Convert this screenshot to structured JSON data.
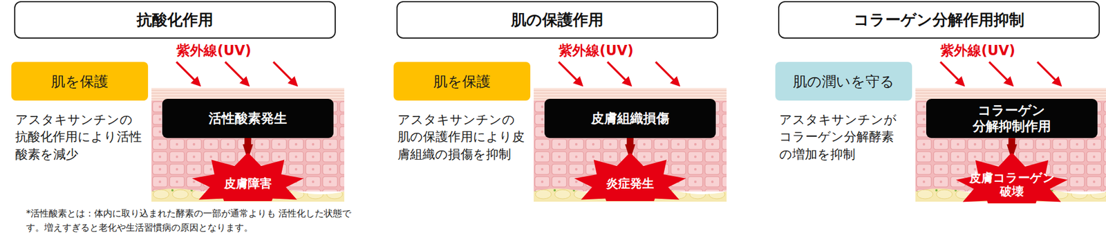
{
  "diagram": {
    "nodes": [
      {
        "text": [
          "抗酸化作用"
        ]
      },
      {
        "text": [
          "肌を保護"
        ]
      },
      {
        "text": [
          "活性酸素発生"
        ]
      },
      {
        "text": [
          "皮膚障害"
        ]
      },
      {
        "text": [
          "肌の保護作用"
        ]
      },
      {
        "text": [
          "肌を保護"
        ]
      },
      {
        "text": [
          "皮膚組織損傷"
        ]
      },
      {
        "text": [
          "炎症発生"
        ]
      },
      {
        "text": [
          "コラーゲン分解作用抑制"
        ]
      },
      {
        "text": [
          "肌の潤いを守る"
        ]
      },
      {
        "text": [
          "コラーゲン 分解抑制作用"
        ]
      },
      {
        "text": [
          "皮膚コラーゲン 破壊"
        ]
      }
    ],
    "edges": [
      {
        "from": 2,
        "to": 3,
        "arrow": "to"
      },
      {
        "from": 6,
        "to": 7,
        "arrow": "to"
      },
      {
        "from": 10,
        "to": 11,
        "arrow": "to"
      }
    ],
    "labels": [
      "紫外線(UV)",
      "アスタキサンチンの抗酸化作用により活性酸素を減少",
      "紫外線(UV)",
      "アスタキサンチンの肌の保護作用により皮膚組織の損傷を抑制",
      "紫外線(UV)",
      "アスタキサンチンがコラーゲン分解酵素の増加を抑制",
      "*活性酸素とは：体内に取り込まれた酵素の一部が通常よりも 活性化した状態です。増えすぎると老化や生活習慣病の原因となります。"
    ]
  }
}
